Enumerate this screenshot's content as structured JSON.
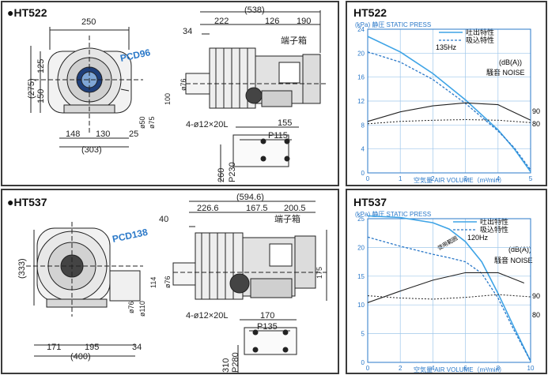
{
  "colors": {
    "discharge": "#3fa4e6",
    "suction": "#2a78c8",
    "noise": "#222222",
    "frame": "#3a3a3a"
  },
  "drawing_1": {
    "title": "●HT522",
    "pcd": "PCD96",
    "terminal_box": "端子箱",
    "bolt": "4-ø12×20L",
    "dims": {
      "d250": "250",
      "d538": "(538)",
      "d222": "222",
      "d126": "126",
      "d190": "190",
      "d34": "34",
      "d125": "125",
      "d275": "(275)",
      "d150": "150",
      "d76": "ø76",
      "d100": "100",
      "d50": "ø50",
      "d75": "ø75",
      "d148": "148",
      "d130": "130",
      "d25": "25",
      "d303": "(303)",
      "d155": "155",
      "p115": "P115",
      "d260": "260",
      "p230": "P230"
    }
  },
  "drawing_2": {
    "title": "●HT537",
    "pcd": "PCD138",
    "terminal_box": "端子箱",
    "bolt": "4-ø12×20L",
    "dims": {
      "d5946": "(594.6)",
      "d2266": "226.6",
      "d1675": "167.5",
      "d2005": "200.5",
      "d40": "40",
      "d333": "(333)",
      "d114": "114",
      "d76": "ø76",
      "d110": "ø110",
      "d175": "175",
      "d171": "171",
      "d195": "195",
      "d34": "34",
      "d400": "(400)",
      "d170": "170",
      "p135": "P135",
      "d310": "310",
      "p280": "P280"
    }
  },
  "charts": {
    "ht522": {
      "title": "HT522",
      "ylabel": "(kPa) 静圧 STATIC PRESS",
      "xlabel": "空気量 AIR VOLUME（m³/min）",
      "freq": "135Hz",
      "noise_unit": "(dB(A))",
      "noise_label": "騒音 NOISE",
      "legend_discharge": "吐出特性",
      "legend_suction": "吸込特性",
      "x_ticks": [
        "0",
        "1",
        "2",
        "3",
        "4",
        "5"
      ],
      "y_ticks": [
        "0",
        "4",
        "8",
        "12",
        "16",
        "20",
        "24"
      ],
      "noise_ticks": [
        "90",
        "80"
      ]
    },
    "ht537": {
      "title": "HT537",
      "ylabel": "(kPa) 静圧 STATIC PRESS",
      "xlabel": "空気量 AIR VOLUME（m³/min）",
      "freq": "120Hz",
      "noise_unit": "(dB(A))",
      "noise_label": "騒音 NOISE",
      "legend_discharge": "吐出特性",
      "legend_suction": "吸込特性",
      "range_label": "使用範囲",
      "x_ticks": [
        "0",
        "2",
        "4",
        "6",
        "8",
        "10"
      ],
      "y_ticks": [
        "0",
        "5",
        "10",
        "15",
        "20",
        "25"
      ],
      "noise_ticks": [
        "90",
        "80"
      ]
    }
  },
  "chart_data": [
    {
      "type": "line",
      "title": "HT522",
      "xlabel": "空気量 AIR VOLUME（m³/min）",
      "ylabel": "(kPa) 静圧 STATIC PRESS",
      "xlim": [
        0,
        5
      ],
      "ylim": [
        0,
        24
      ],
      "series": [
        {
          "name": "吐出特性",
          "x": [
            0,
            1,
            2,
            3,
            4,
            4.5,
            5
          ],
          "y": [
            22.8,
            20.2,
            16.6,
            12.2,
            7.2,
            4.0,
            0.2
          ]
        },
        {
          "name": "吸込特性",
          "x": [
            0,
            1,
            2,
            3,
            4,
            4.5,
            5
          ],
          "y": [
            20.2,
            18.5,
            15.6,
            11.6,
            7.0,
            4.2,
            0.5
          ]
        },
        {
          "name": "騒音 NOISE (upper)",
          "x": [
            0,
            1,
            2,
            3,
            4,
            5
          ],
          "y": [
            8.6,
            10.2,
            11.2,
            11.7,
            11.4,
            8.8
          ]
        },
        {
          "name": "騒音 NOISE (lower)",
          "x": [
            0,
            1,
            2,
            3,
            4,
            5
          ],
          "y": [
            8.2,
            8.6,
            8.8,
            8.9,
            8.8,
            8.4
          ]
        }
      ]
    },
    {
      "type": "line",
      "title": "HT537",
      "xlabel": "空気量 AIR VOLUME（m³/min）",
      "ylabel": "(kPa) 静圧 STATIC PRESS",
      "xlim": [
        0,
        10
      ],
      "ylim": [
        0,
        25
      ],
      "series": [
        {
          "name": "吐出特性",
          "x": [
            0,
            2,
            4,
            5,
            6,
            7,
            8,
            9,
            10
          ],
          "y": [
            25.5,
            25.2,
            24.3,
            23.2,
            21.0,
            17.5,
            12.0,
            6.0,
            0.2
          ]
        },
        {
          "name": "吸込特性",
          "x": [
            0,
            2,
            4,
            5,
            6,
            7,
            8,
            9,
            10
          ],
          "y": [
            21.8,
            20.2,
            18.8,
            18.2,
            17.5,
            15.5,
            11.2,
            5.5,
            0.2
          ]
        },
        {
          "name": "騒音 NOISE (upper)",
          "x": [
            0,
            2,
            4,
            6,
            8,
            9.6
          ],
          "y": [
            10.4,
            12.4,
            14.3,
            15.6,
            15.6,
            13.8
          ]
        },
        {
          "name": "騒音 NOISE (lower)",
          "x": [
            0,
            2,
            4,
            6,
            8,
            10
          ],
          "y": [
            11.6,
            11.2,
            11.0,
            11.3,
            11.8,
            11.4
          ]
        }
      ]
    }
  ]
}
